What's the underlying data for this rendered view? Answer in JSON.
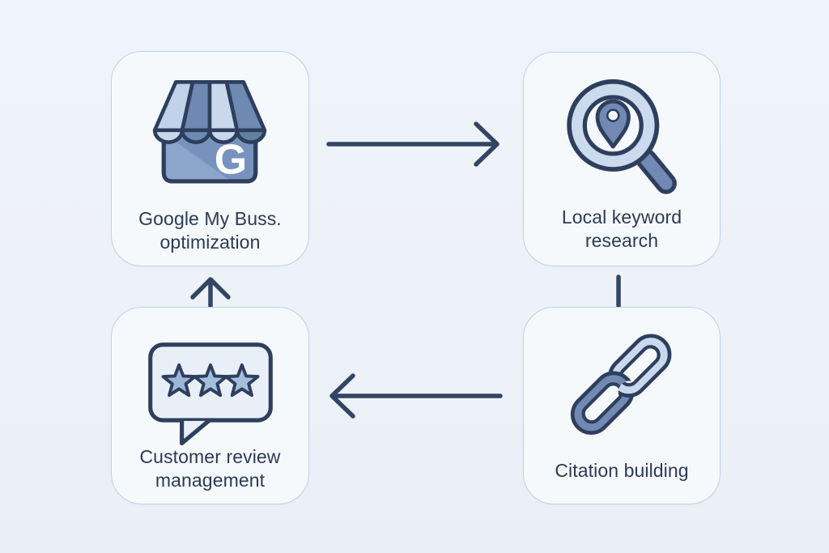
{
  "diagram": {
    "title_semantic": "Local SEO workflow cycle",
    "nodes": {
      "gmb": {
        "line1": "Google My Buss.",
        "line2": "optimization",
        "icon_letter": "G"
      },
      "keyword": {
        "line1": "Local keyword",
        "line2": "research"
      },
      "citation": {
        "line1": "Citation building",
        "line2": ""
      },
      "review": {
        "line1": "Customer review",
        "line2": "management"
      }
    },
    "edges": [
      {
        "from": "gmb",
        "to": "keyword",
        "style": "arrow-right"
      },
      {
        "from": "keyword",
        "to": "citation",
        "style": "line-down"
      },
      {
        "from": "citation",
        "to": "review",
        "style": "arrow-left"
      },
      {
        "from": "review",
        "to": "gmb",
        "style": "arrow-up"
      }
    ],
    "colors": {
      "background": "#edf2f8",
      "node_fill": "#f6f9fc",
      "node_border": "#c2d1e3",
      "outline_navy": "#2e3f5e",
      "arrow_navy": "#334564",
      "text_navy": "#2b3a55",
      "blue_medium": "#7289b4",
      "blue_light": "#c9d8ec",
      "bubble_fill": "#e9eff7",
      "star_fill": "#a2badb"
    }
  }
}
